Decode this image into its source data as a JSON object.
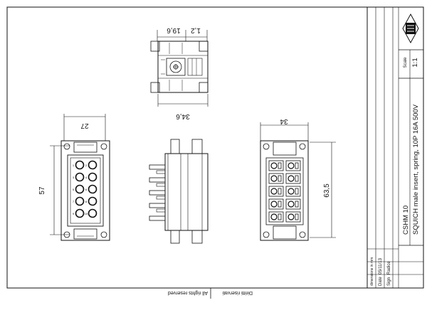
{
  "drawing": {
    "top_view": {
      "dim_width": "19,6",
      "dim_gap": "1,2",
      "dim_overall": "34,6"
    },
    "front_view": {
      "dim_width": "27",
      "dim_height": "57"
    },
    "rear_view": {
      "dim_width": "34",
      "dim_height": "63,5"
    },
    "pin_numbers": [
      "1",
      "2",
      "3",
      "4",
      "5",
      "6",
      "7",
      "8",
      "9",
      "10"
    ]
  },
  "footer": {
    "left_text": "All rights reserved",
    "right_text": "Diritti riservati"
  },
  "title_block": {
    "scale_label": "Scale",
    "scale_value": "1:1",
    "part_code": "CSHM 10",
    "description": "SQUICH male insert, spring, 10P 16A 500V",
    "dimensions_note": "dimensions in mm",
    "date_label": "Date",
    "date_value": "05/11/13",
    "sign_label": "Sign",
    "sign_value": "Radice"
  }
}
